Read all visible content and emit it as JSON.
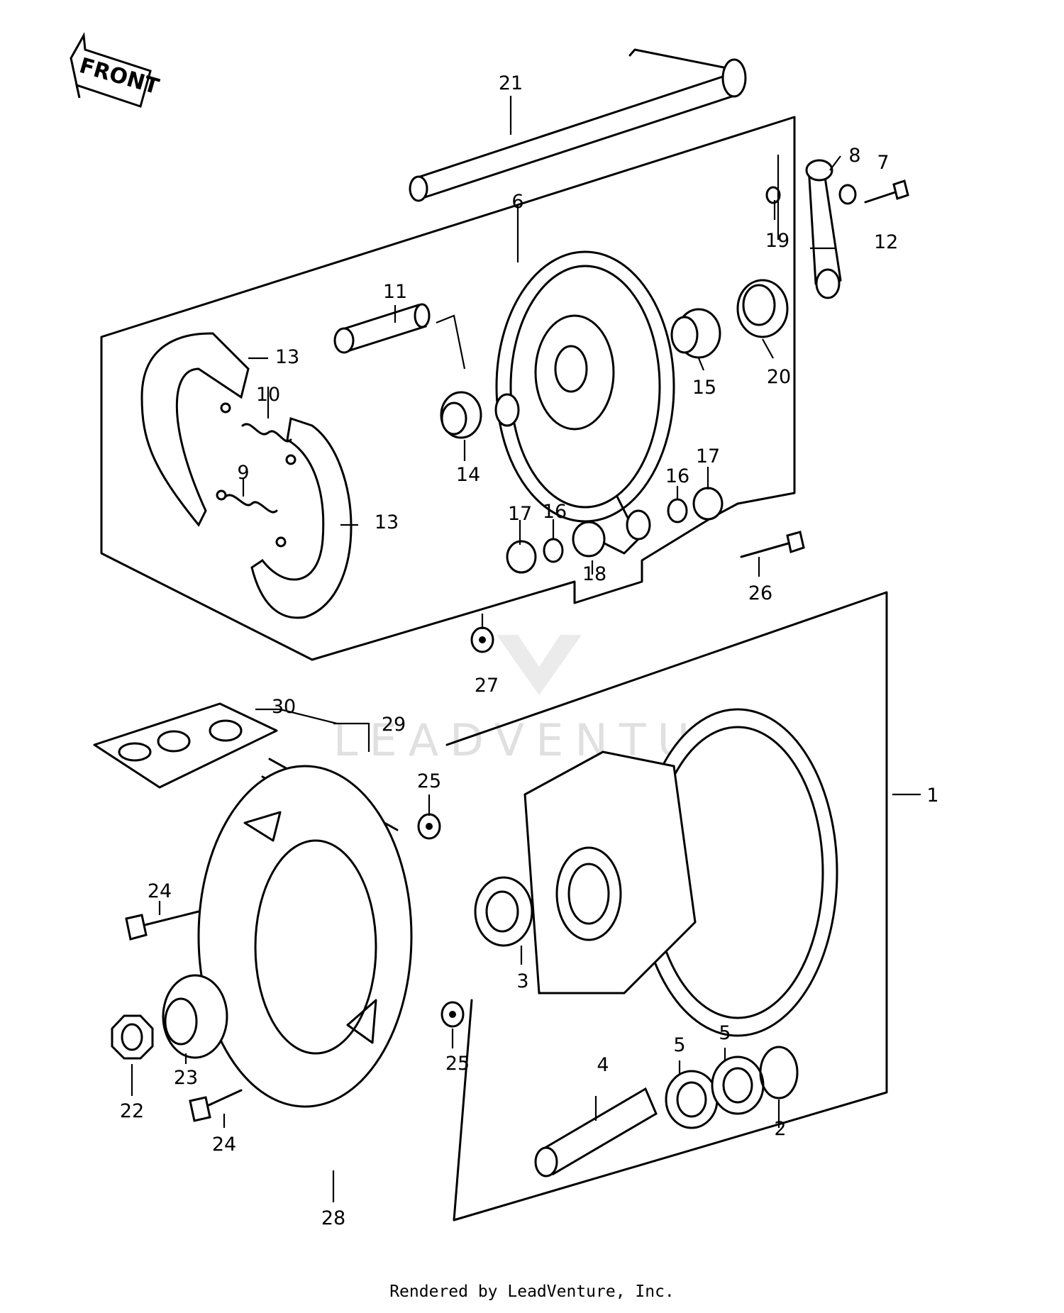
{
  "front_label": "FRONT",
  "watermark": "LEADVENTURE",
  "footer": "Rendered by LeadVenture, Inc.",
  "callouts": [
    {
      "id": "1",
      "text": "1"
    },
    {
      "id": "2",
      "text": "2"
    },
    {
      "id": "3",
      "text": "3"
    },
    {
      "id": "4",
      "text": "4"
    },
    {
      "id": "5a",
      "text": "5"
    },
    {
      "id": "5b",
      "text": "5"
    },
    {
      "id": "6",
      "text": "6"
    },
    {
      "id": "7",
      "text": "7"
    },
    {
      "id": "8",
      "text": "8"
    },
    {
      "id": "9",
      "text": "9"
    },
    {
      "id": "10",
      "text": "10"
    },
    {
      "id": "11",
      "text": "11"
    },
    {
      "id": "12",
      "text": "12"
    },
    {
      "id": "13a",
      "text": "13"
    },
    {
      "id": "13b",
      "text": "13"
    },
    {
      "id": "14",
      "text": "14"
    },
    {
      "id": "15",
      "text": "15"
    },
    {
      "id": "16a",
      "text": "16"
    },
    {
      "id": "16b",
      "text": "16"
    },
    {
      "id": "17a",
      "text": "17"
    },
    {
      "id": "17b",
      "text": "17"
    },
    {
      "id": "18",
      "text": "18"
    },
    {
      "id": "19",
      "text": "19"
    },
    {
      "id": "20",
      "text": "20"
    },
    {
      "id": "21",
      "text": "21"
    },
    {
      "id": "22",
      "text": "22"
    },
    {
      "id": "23",
      "text": "23"
    },
    {
      "id": "24a",
      "text": "24"
    },
    {
      "id": "24b",
      "text": "24"
    },
    {
      "id": "25a",
      "text": "25"
    },
    {
      "id": "25b",
      "text": "25"
    },
    {
      "id": "26",
      "text": "26"
    },
    {
      "id": "27",
      "text": "27"
    },
    {
      "id": "28",
      "text": "28"
    },
    {
      "id": "29",
      "text": "29"
    },
    {
      "id": "30",
      "text": "30"
    }
  ]
}
